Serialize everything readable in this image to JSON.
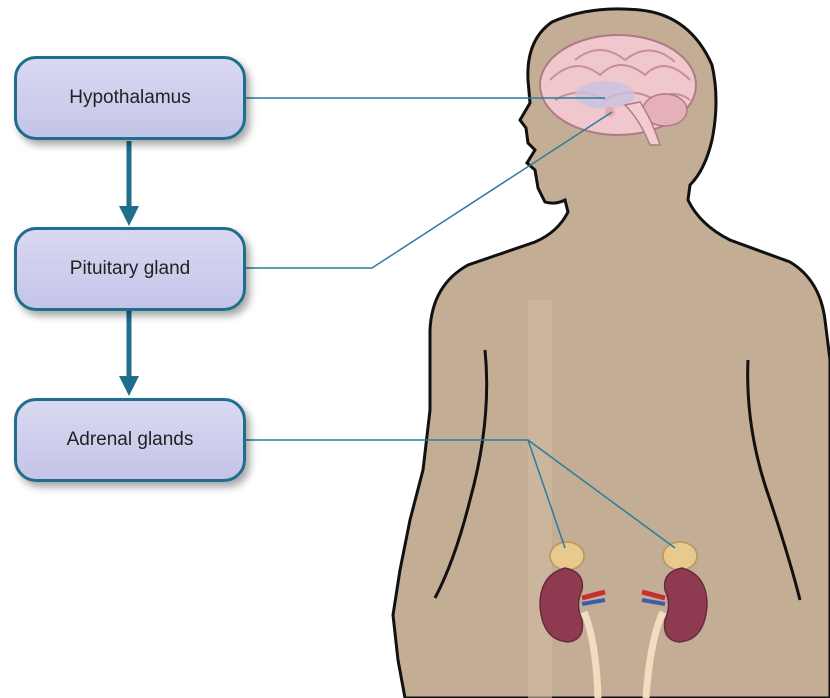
{
  "diagram": {
    "boxes": [
      {
        "id": "hypothalamus",
        "label": "Hypothalamus"
      },
      {
        "id": "pituitary",
        "label": "Pituitary gland"
      },
      {
        "id": "adrenal",
        "label": "Adrenal glands"
      }
    ],
    "flow": [
      "hypothalamus",
      "pituitary",
      "adrenal"
    ]
  },
  "colors": {
    "box_border": "#1f6e8c",
    "box_fill": "#ccccec",
    "connector": "#2a7d9e",
    "arrow": "#1f6e8c",
    "body_skin": "#c4ad95",
    "body_outline": "#111111",
    "kidney": "#8e3b52",
    "adrenal": "#e8c98e",
    "brain": "#f0c7cc"
  }
}
